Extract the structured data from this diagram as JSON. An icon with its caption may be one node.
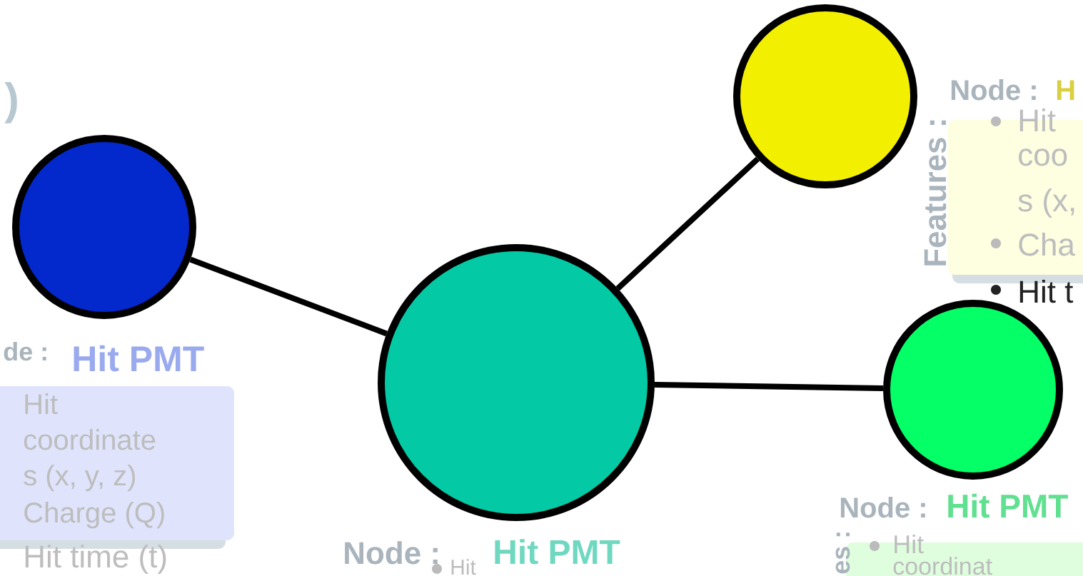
{
  "diagram": {
    "nodes": [
      {
        "text": [],
        "shape": "circle"
      },
      {
        "text": [],
        "shape": "circle"
      },
      {
        "text": [],
        "shape": "circle"
      },
      {
        "text": [],
        "shape": "circle"
      }
    ],
    "edges": [
      {
        "from": 0,
        "to": 1,
        "arrow": "none"
      },
      {
        "from": 1,
        "to": 2,
        "arrow": "none"
      },
      {
        "from": 1,
        "to": 3,
        "arrow": "none"
      }
    ],
    "labels": [
      ")",
      "Node :",
      "H",
      "Hit",
      "Features :",
      "coo",
      "s (x,",
      "Cha",
      "Hit t",
      "de :",
      "Hit PMT",
      "Hit",
      "coordinate",
      "s (x, y, z)",
      "Node :",
      "Hit PMT",
      "Hit",
      "es :",
      "Charge (Q)",
      "coordinat",
      "Hit time (t)",
      "Node :",
      "Hit PMT",
      "Hit"
    ]
  }
}
